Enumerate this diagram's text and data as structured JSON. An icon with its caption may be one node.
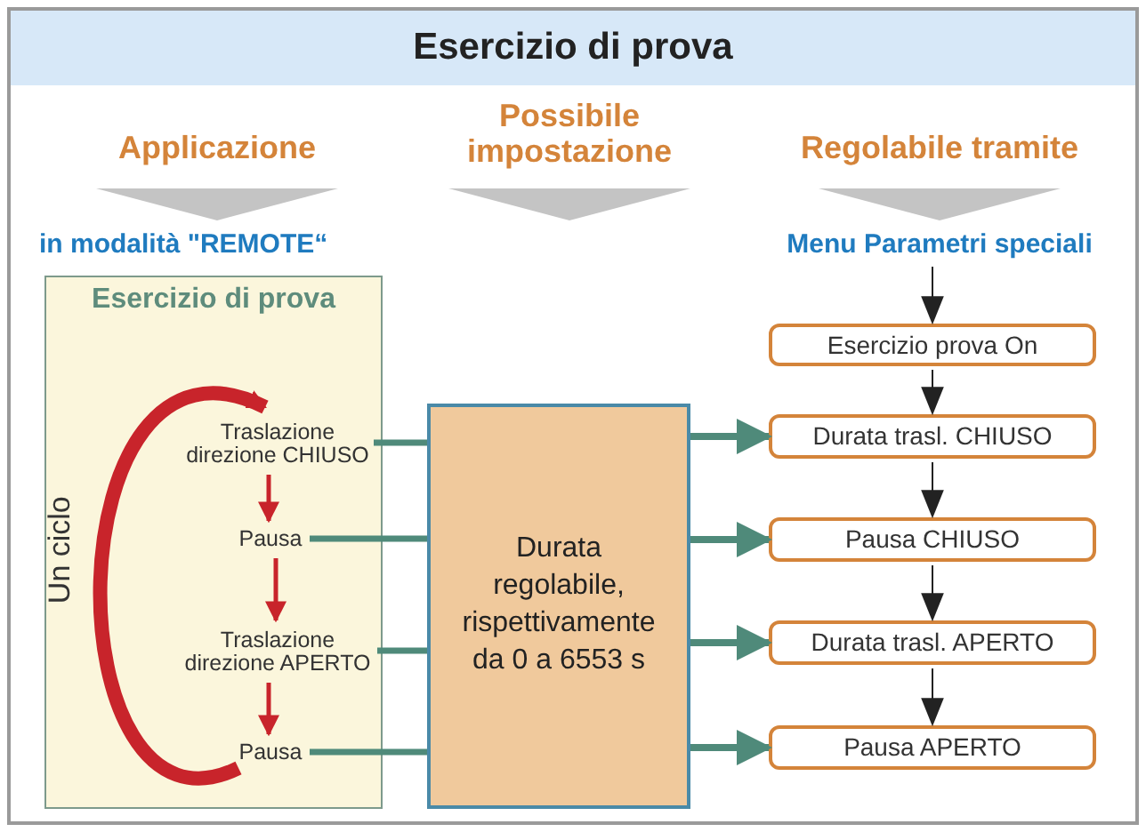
{
  "diagram": {
    "title": "Esercizio di prova",
    "nodes": [
      {
        "text": [
          "Esercizio di prova"
        ]
      },
      {
        "text": [
          "Traslazione direzione CHIUSO"
        ],
        "in": 0
      },
      {
        "text": [
          "Pausa"
        ],
        "in": 0
      },
      {
        "text": [
          "Traslazione direzione APERTO"
        ],
        "in": 0
      },
      {
        "text": [
          "Pausa"
        ],
        "in": 0
      },
      {
        "text": [
          "Durata regolabile, rispettivamente da 0 a 6553 s"
        ]
      },
      {
        "text": [
          "Menu Parametri speciali"
        ]
      },
      {
        "text": [
          "Esercizio prova On"
        ]
      },
      {
        "text": [
          "Durata trasl. CHIUSO"
        ]
      },
      {
        "text": [
          "Pausa CHIUSO"
        ]
      },
      {
        "text": [
          "Durata trasl. APERTO"
        ]
      },
      {
        "text": [
          "Pausa APERTO"
        ]
      }
    ],
    "edges": [
      {
        "from": 4,
        "to": 1,
        "arrow": "to",
        "style": "thick",
        "color": "#c8242b"
      },
      {
        "from": 1,
        "to": 2,
        "arrow": "to",
        "color": "#c8242b"
      },
      {
        "from": 2,
        "to": 3,
        "arrow": "to",
        "color": "#c8242b"
      },
      {
        "from": 3,
        "to": 4,
        "arrow": "to",
        "color": "#c8242b"
      },
      {
        "from": 1,
        "to": 5,
        "arrow": "none"
      },
      {
        "from": 2,
        "to": 5,
        "arrow": "none"
      },
      {
        "from": 3,
        "to": 5,
        "arrow": "none"
      },
      {
        "from": 4,
        "to": 5,
        "arrow": "none"
      },
      {
        "from": 5,
        "to": 8,
        "arrow": "to"
      },
      {
        "from": 5,
        "to": 9,
        "arrow": "to"
      },
      {
        "from": 5,
        "to": 10,
        "arrow": "to"
      },
      {
        "from": 5,
        "to": 11,
        "arrow": "to"
      },
      {
        "from": 6,
        "to": 7,
        "arrow": "to",
        "color": "#222222"
      },
      {
        "from": 7,
        "to": 8,
        "arrow": "to",
        "color": "#222222"
      },
      {
        "from": 8,
        "to": 9,
        "arrow": "to",
        "color": "#222222"
      },
      {
        "from": 9,
        "to": 10,
        "arrow": "to",
        "color": "#222222"
      },
      {
        "from": 10,
        "to": 11,
        "arrow": "to",
        "color": "#222222"
      }
    ],
    "labels": [
      "Applicazione",
      "Possibile impostazione",
      "Regolabile tramite",
      "in modalità \"REMOTE“",
      "Un ciclo"
    ]
  }
}
